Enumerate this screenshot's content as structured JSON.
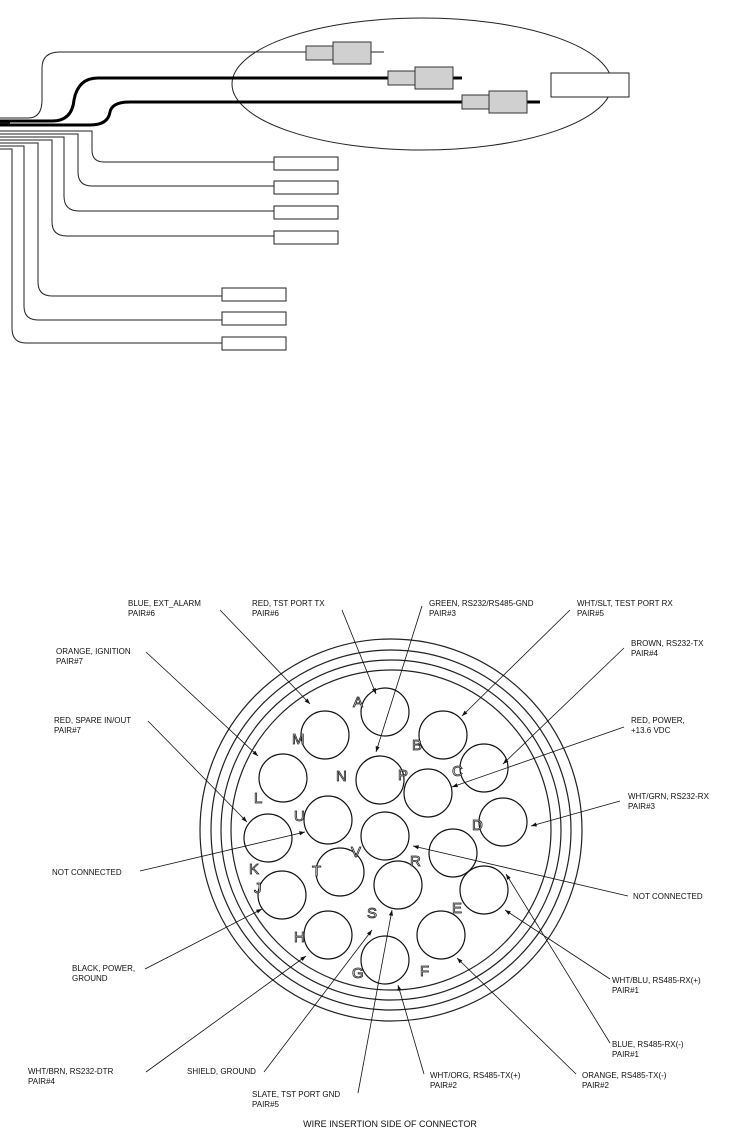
{
  "connector": {
    "caption": "WIRE INSERTION SIDE OF CONNECTOR",
    "pins": [
      "A",
      "B",
      "C",
      "D",
      "E",
      "F",
      "G",
      "H",
      "J",
      "K",
      "L",
      "M",
      "N",
      "P",
      "R",
      "S",
      "T",
      "U",
      "V"
    ],
    "labels": {
      "blue_ext_alarm": {
        "line1": "BLUE, EXT_ALARM",
        "line2": "PAIR#6"
      },
      "red_tst_port_tx": {
        "line1": "RED, TST PORT TX",
        "line2": "PAIR#6"
      },
      "green_gnd": {
        "line1": "GREEN, RS232/RS485-GND",
        "line2": "PAIR#3"
      },
      "wht_slt_test_rx": {
        "line1": "WHT/SLT, TEST PORT RX",
        "line2": "PAIR#5"
      },
      "orange_ignition": {
        "line1": "ORANGE, IGNITION",
        "line2": "PAIR#7"
      },
      "brown_rs232_tx": {
        "line1": "BROWN, RS232-TX",
        "line2": "PAIR#4"
      },
      "red_spare": {
        "line1": "RED, SPARE IN/OUT",
        "line2": "PAIR#7"
      },
      "red_power": {
        "line1": "RED, POWER,",
        "line2": "+13.6 VDC"
      },
      "wht_grn_rx": {
        "line1": "WHT/GRN, RS232-RX",
        "line2": "PAIR#3"
      },
      "not_connected_left": {
        "line1": "NOT CONNECTED"
      },
      "not_connected_right": {
        "line1": "NOT CONNECTED"
      },
      "black_power_gnd": {
        "line1": "BLACK, POWER,",
        "line2": "GROUND"
      },
      "wht_blu_rx_plus": {
        "line1": "WHT/BLU, RS485-RX(+)",
        "line2": "PAIR#1"
      },
      "blue_rx_minus": {
        "line1": "BLUE, RS485-RX(-)",
        "line2": "PAIR#1"
      },
      "wht_brn_dtr": {
        "line1": "WHT/BRN, RS232-DTR",
        "line2": "PAIR#4"
      },
      "shield_ground": {
        "line1": "SHIELD, GROUND"
      },
      "slate_tst_gnd": {
        "line1": "SLATE, TST PORT GND",
        "line2": "PAIR#5"
      },
      "wht_org_tx_plus": {
        "line1": "WHT/ORG, RS485-TX(+)",
        "line2": "PAIR#2"
      },
      "orange_tx_minus": {
        "line1": "ORANGE, RS485-TX(-)",
        "line2": "PAIR#2"
      }
    }
  }
}
